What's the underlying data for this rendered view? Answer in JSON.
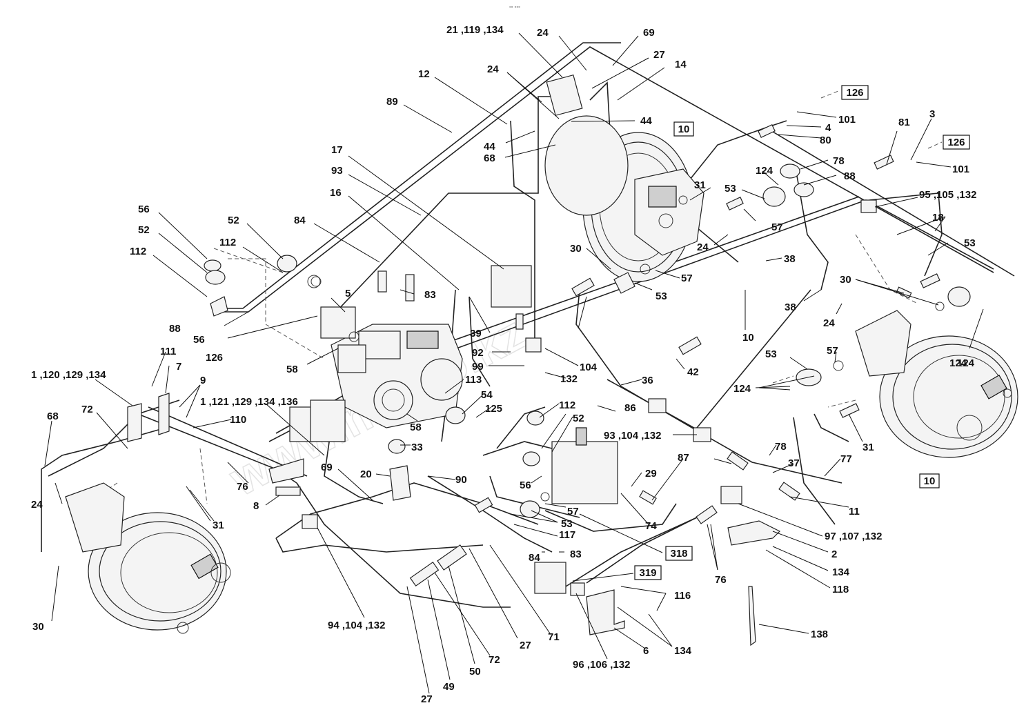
{
  "header_mark": "°° °°°",
  "watermark": "www.m-roo.kz",
  "callouts": [
    {
      "id": "c1",
      "text": "21 ,119 ,134"
    },
    {
      "id": "c2",
      "text": "24"
    },
    {
      "id": "c3",
      "text": "69"
    },
    {
      "id": "c4",
      "text": "27"
    },
    {
      "id": "c5",
      "text": "14"
    },
    {
      "id": "c6",
      "text": "12"
    },
    {
      "id": "c7",
      "text": "24"
    },
    {
      "id": "c8",
      "text": "89"
    },
    {
      "id": "c9",
      "text": "44"
    },
    {
      "id": "c10",
      "text": "44"
    },
    {
      "id": "c11",
      "text": "68"
    },
    {
      "id": "c12",
      "text": "101"
    },
    {
      "id": "c13",
      "text": "4"
    },
    {
      "id": "c14",
      "text": "80"
    },
    {
      "id": "c15",
      "text": "81"
    },
    {
      "id": "c16",
      "text": "3"
    },
    {
      "id": "c17",
      "text": "101"
    },
    {
      "id": "c18",
      "text": "17"
    },
    {
      "id": "c19",
      "text": "93"
    },
    {
      "id": "c20",
      "text": "16"
    },
    {
      "id": "c21",
      "text": "124"
    },
    {
      "id": "c22",
      "text": "78"
    },
    {
      "id": "c23",
      "text": "88"
    },
    {
      "id": "c24",
      "text": "31"
    },
    {
      "id": "c25",
      "text": "53"
    },
    {
      "id": "c26",
      "text": "95 ,105 ,132"
    },
    {
      "id": "c27",
      "text": "18"
    },
    {
      "id": "c28",
      "text": "56"
    },
    {
      "id": "c29",
      "text": "52"
    },
    {
      "id": "c30",
      "text": "112"
    },
    {
      "id": "c31",
      "text": "52"
    },
    {
      "id": "c32",
      "text": "84"
    },
    {
      "id": "c33",
      "text": "112"
    },
    {
      "id": "c34",
      "text": "57"
    },
    {
      "id": "c35",
      "text": "24"
    },
    {
      "id": "c36",
      "text": "53"
    },
    {
      "id": "c37",
      "text": "30"
    },
    {
      "id": "c38",
      "text": "38"
    },
    {
      "id": "c39",
      "text": "57"
    },
    {
      "id": "c40",
      "text": "30"
    },
    {
      "id": "c41",
      "text": "5"
    },
    {
      "id": "c42",
      "text": "83"
    },
    {
      "id": "c43",
      "text": "53"
    },
    {
      "id": "c44",
      "text": "38"
    },
    {
      "id": "c45",
      "text": "88"
    },
    {
      "id": "c46",
      "text": "56"
    },
    {
      "id": "c47",
      "text": "126"
    },
    {
      "id": "c48",
      "text": "24"
    },
    {
      "id": "c49",
      "text": "124"
    },
    {
      "id": "c50",
      "text": "10"
    },
    {
      "id": "c51",
      "text": "39"
    },
    {
      "id": "c52",
      "text": "58"
    },
    {
      "id": "c53",
      "text": "92"
    },
    {
      "id": "c54",
      "text": "99"
    },
    {
      "id": "c55",
      "text": "104"
    },
    {
      "id": "c56",
      "text": "42"
    },
    {
      "id": "c57",
      "text": "53"
    },
    {
      "id": "c58",
      "text": "57"
    },
    {
      "id": "c59",
      "text": "124"
    },
    {
      "id": "c60",
      "text": "111"
    },
    {
      "id": "c61",
      "text": "7"
    },
    {
      "id": "c62",
      "text": "1 ,120 ,129 ,134"
    },
    {
      "id": "c63",
      "text": "9"
    },
    {
      "id": "c64",
      "text": "132"
    },
    {
      "id": "c65",
      "text": "113"
    },
    {
      "id": "c66",
      "text": "36"
    },
    {
      "id": "c67",
      "text": "124"
    },
    {
      "id": "c68",
      "text": "68"
    },
    {
      "id": "c69",
      "text": "72"
    },
    {
      "id": "c70",
      "text": "1 ,121 ,129 ,134 ,136"
    },
    {
      "id": "c71",
      "text": "110"
    },
    {
      "id": "c72",
      "text": "54"
    },
    {
      "id": "c73",
      "text": "125"
    },
    {
      "id": "c74",
      "text": "58"
    },
    {
      "id": "c75",
      "text": "112"
    },
    {
      "id": "c76",
      "text": "52"
    },
    {
      "id": "c77",
      "text": "86"
    },
    {
      "id": "c78",
      "text": "33"
    },
    {
      "id": "c79",
      "text": "93 ,104 ,132"
    },
    {
      "id": "c80",
      "text": "31"
    },
    {
      "id": "c81",
      "text": "24"
    },
    {
      "id": "c82",
      "text": "76"
    },
    {
      "id": "c83",
      "text": "69"
    },
    {
      "id": "c84",
      "text": "90"
    },
    {
      "id": "c85",
      "text": "20"
    },
    {
      "id": "c86",
      "text": "56"
    },
    {
      "id": "c87",
      "text": "29"
    },
    {
      "id": "c88",
      "text": "87"
    },
    {
      "id": "c89",
      "text": "78"
    },
    {
      "id": "c90",
      "text": "37"
    },
    {
      "id": "c91",
      "text": "77"
    },
    {
      "id": "c92",
      "text": "8"
    },
    {
      "id": "c93",
      "text": "31"
    },
    {
      "id": "c94",
      "text": "57"
    },
    {
      "id": "c95",
      "text": "53"
    },
    {
      "id": "c96",
      "text": "74"
    },
    {
      "id": "c97",
      "text": "11"
    },
    {
      "id": "c98",
      "text": "117"
    },
    {
      "id": "c99",
      "text": "97 ,107 ,132"
    },
    {
      "id": "c100",
      "text": "84"
    },
    {
      "id": "c101",
      "text": "83"
    },
    {
      "id": "c102",
      "text": "2"
    },
    {
      "id": "c103",
      "text": "30"
    },
    {
      "id": "c104",
      "text": "134"
    },
    {
      "id": "c105",
      "text": "118"
    },
    {
      "id": "c106",
      "text": "76"
    },
    {
      "id": "c107",
      "text": "116"
    },
    {
      "id": "c108",
      "text": "94 ,104 ,132"
    },
    {
      "id": "c109",
      "text": "138"
    },
    {
      "id": "c110",
      "text": "27"
    },
    {
      "id": "c111",
      "text": "71"
    },
    {
      "id": "c112",
      "text": "134"
    },
    {
      "id": "c113",
      "text": "72"
    },
    {
      "id": "c114",
      "text": "6"
    },
    {
      "id": "c115",
      "text": "96 ,106 ,132"
    },
    {
      "id": "c116",
      "text": "50"
    },
    {
      "id": "c117",
      "text": "27"
    },
    {
      "id": "c118",
      "text": "49"
    }
  ],
  "ref_boxes": [
    {
      "id": "r1",
      "text": "126"
    },
    {
      "id": "r2",
      "text": "126"
    },
    {
      "id": "r3",
      "text": "10"
    },
    {
      "id": "r4",
      "text": "10"
    },
    {
      "id": "r5",
      "text": "318"
    },
    {
      "id": "r6",
      "text": "319"
    }
  ]
}
